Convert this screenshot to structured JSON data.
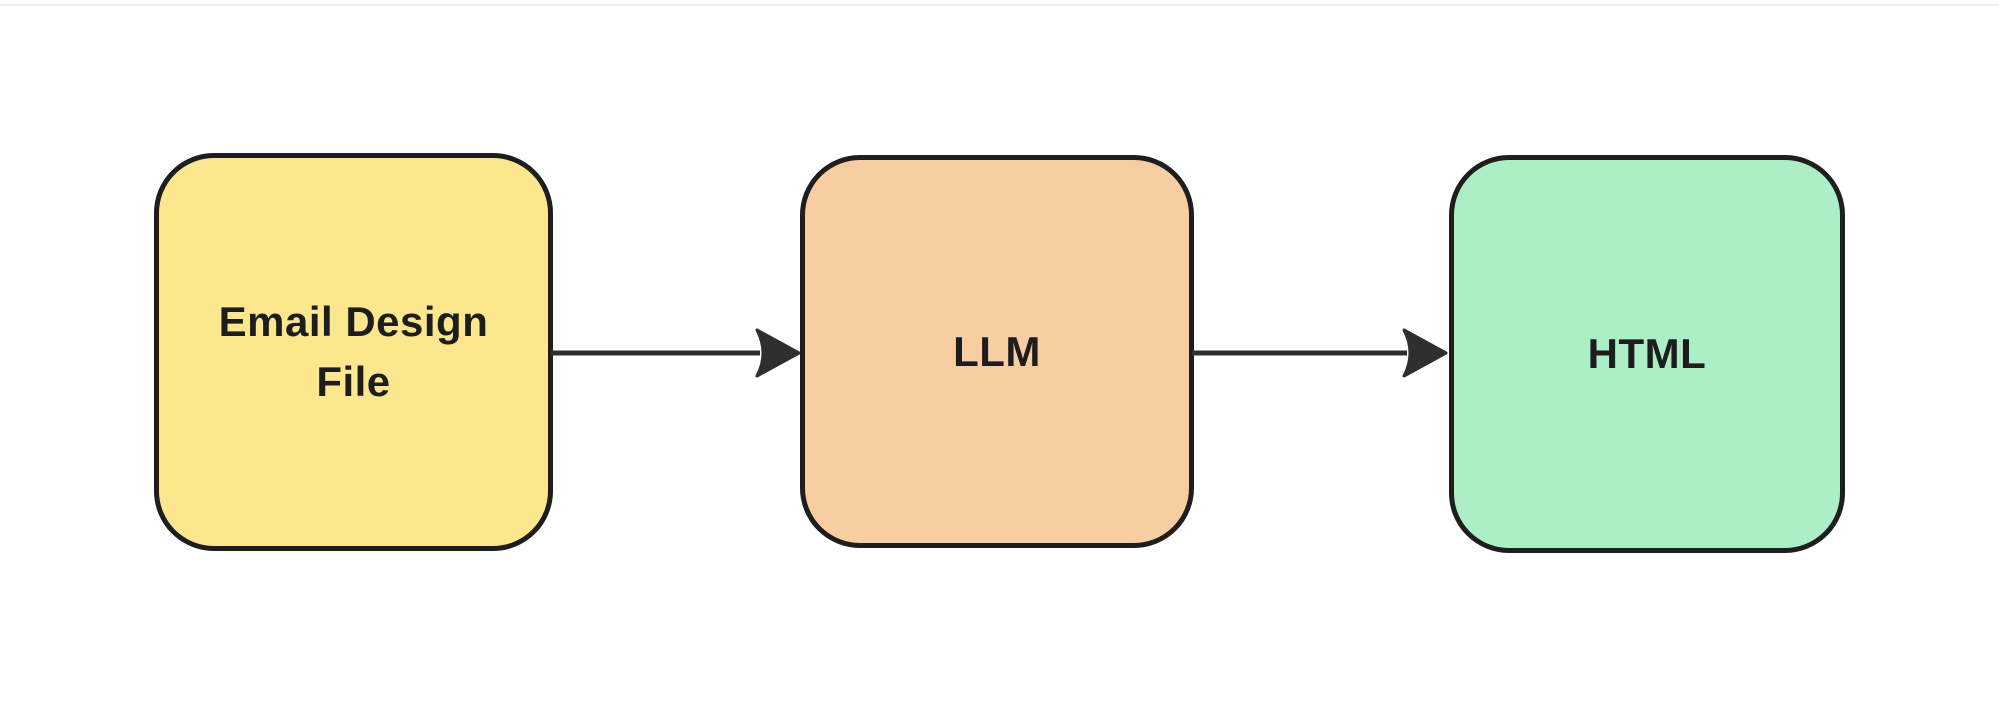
{
  "diagram": {
    "background": "#ffffff",
    "top_divider_color": "#f0f0f0",
    "node_stroke_color": "#1e1e1e",
    "arrow_color": "#2f2f2f",
    "text_color": "#1d1d1d",
    "nodes": [
      {
        "id": "email-design-file",
        "label": "Email Design File",
        "fill": "#fce78e"
      },
      {
        "id": "llm",
        "label": "LLM",
        "fill": "#f9cda2"
      },
      {
        "id": "html",
        "label": "HTML",
        "fill": "#aceec6"
      }
    ],
    "edges": [
      {
        "from": "email-design-file",
        "to": "llm"
      },
      {
        "from": "llm",
        "to": "html"
      }
    ]
  }
}
